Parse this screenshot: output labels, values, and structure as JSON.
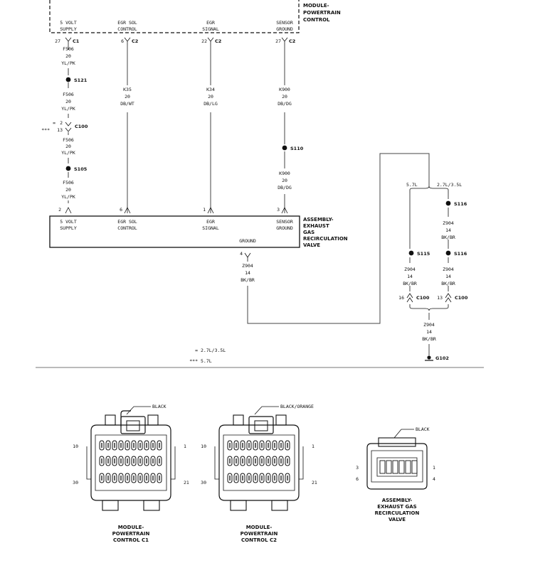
{
  "pcm": {
    "title": [
      "MODULE-",
      "POWERTRAIN",
      "CONTROL"
    ],
    "pins": [
      {
        "l1": "5 VOLT",
        "l2": "SUPPLY",
        "num": "27",
        "conn": "C1"
      },
      {
        "l1": "EGR SOL",
        "l2": "CONTROL",
        "num": "6",
        "conn": "C2"
      },
      {
        "l1": "EGR",
        "l2": "SIGNAL",
        "num": "22",
        "conn": "C2"
      },
      {
        "l1": "SENSOR",
        "l2": "GROUND",
        "num": "27",
        "conn": "C2"
      }
    ]
  },
  "wires": {
    "f506_a": [
      "F506",
      "20",
      "YL/PK"
    ],
    "f506_b": [
      "F506",
      "20",
      "YL/PK"
    ],
    "f506_c": [
      "F506",
      "20",
      "YL/PK"
    ],
    "f506_d": [
      "F506",
      "20",
      "YL/PK"
    ],
    "k35": [
      "K35",
      "20",
      "DB/WT"
    ],
    "k34": [
      "K34",
      "20",
      "DB/LG"
    ],
    "k900_a": [
      "K900",
      "20",
      "DB/DG"
    ],
    "k900_b": [
      "K900",
      "20",
      "DB/DG"
    ],
    "z904_a": [
      "Z904",
      "14",
      "BK/BR"
    ],
    "z904_b": [
      "Z904",
      "14",
      "BK/BR"
    ],
    "z904_c": [
      "Z904",
      "14",
      "BK/BR"
    ],
    "z904_d": [
      "Z904",
      "14",
      "BK/BR"
    ],
    "z904_e": [
      "Z904",
      "14",
      "BK/BR"
    ]
  },
  "splices": {
    "s121": "S121",
    "s105": "S105",
    "s110": "S110",
    "s116a": "S116",
    "s115": "S115",
    "s116b": "S116"
  },
  "c100": {
    "label": "C100",
    "mark_top": "=",
    "pin_top": "2",
    "mark_bottom": "***",
    "pin_bottom": "13"
  },
  "egr": {
    "title": [
      "ASSEMBLY-",
      "EXHAUST",
      "GAS",
      "RECIRCULATION",
      "VALVE"
    ],
    "pins": [
      {
        "l1": "5 VOLT",
        "l2": "SUPPLY",
        "num": "2"
      },
      {
        "l1": "EGR SOL",
        "l2": "CONTROL",
        "num": "6"
      },
      {
        "l1": "EGR",
        "l2": "SIGNAL",
        "num": "1"
      },
      {
        "l1": "SENSOR",
        "l2": "GROUND",
        "num": "3"
      }
    ],
    "ground_label": "GROUND",
    "ground_pin": "4"
  },
  "branch": {
    "left": "5.7L",
    "right": "2.7L/3.5L",
    "c100_left_pin": "16",
    "c100_right_pin": "13",
    "c100_label": "C100",
    "ground": "G102"
  },
  "legend": [
    {
      "mark": "=",
      "text": "2.7L/3.5L"
    },
    {
      "mark": "***",
      "text": "5.7L"
    }
  ],
  "connectors": [
    {
      "color": "BLACK",
      "pin_left_top": "10",
      "pin_right_top": "1",
      "pin_left_bottom": "30",
      "pin_right_bottom": "21",
      "title": [
        "MODULE-",
        "POWERTRAIN",
        "CONTROL C1"
      ]
    },
    {
      "color": "BLACK/ORANGE",
      "pin_left_top": "10",
      "pin_right_top": "1",
      "pin_left_bottom": "30",
      "pin_right_bottom": "21",
      "title": [
        "MODULE-",
        "POWERTRAIN",
        "CONTROL C2"
      ]
    },
    {
      "color": "BLACK",
      "pin_left_top": "3",
      "pin_right_top": "1",
      "pin_left_bottom": "6",
      "pin_right_bottom": "4",
      "title": [
        "ASSEMBLY-",
        "EXHAUST GAS",
        "RECIRCULATION",
        "VALVE"
      ]
    }
  ]
}
